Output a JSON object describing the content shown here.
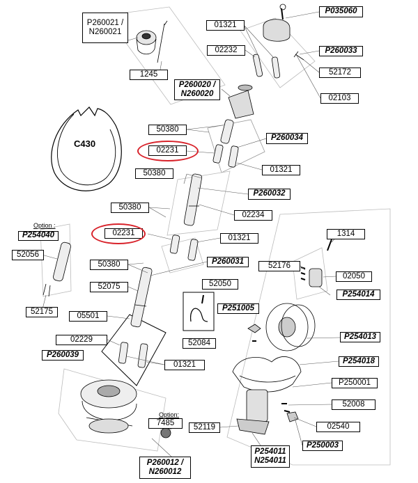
{
  "labels": {
    "P260021": "P260021 /\nN260021",
    "1245": "1245",
    "01321_a": "01321",
    "P035060": "P035060",
    "02232": "02232",
    "P260033": "P260033",
    "52172": "52172",
    "P260020": "P260020 /\nN260020",
    "02103": "02103",
    "50380_a": "50380",
    "P260034": "P260034",
    "02231_a": "02231",
    "01321_b": "01321",
    "50380_b": "50380",
    "P260032": "P260032",
    "50380_c": "50380",
    "02234": "02234",
    "P254040": "P254040",
    "02231_b": "02231",
    "01321_c": "01321",
    "52056": "52056",
    "1314": "1314",
    "50380_d": "50380",
    "P260031": "P260031",
    "52176": "52176",
    "02050": "02050",
    "52075": "52075",
    "52050": "52050",
    "P254014": "P254014",
    "P251005": "P251005",
    "52175": "52175",
    "05501": "05501",
    "52084": "52084",
    "P254013": "P254013",
    "02229": "02229",
    "P260039": "P260039",
    "01321_d": "01321",
    "P254018": "P254018",
    "P250001": "P250001",
    "52008": "52008",
    "7485": "7485",
    "52119": "52119",
    "02540": "02540",
    "P250003": "P250003",
    "P254011": "P254011\nN254011",
    "P260012": "P260012 /\nN260012"
  },
  "texts": {
    "c430": "C430",
    "option_a": "Option :",
    "option_b": "Option:"
  },
  "colors": {
    "highlight": "#d8222a",
    "line": "#555555",
    "text": "#000000"
  }
}
